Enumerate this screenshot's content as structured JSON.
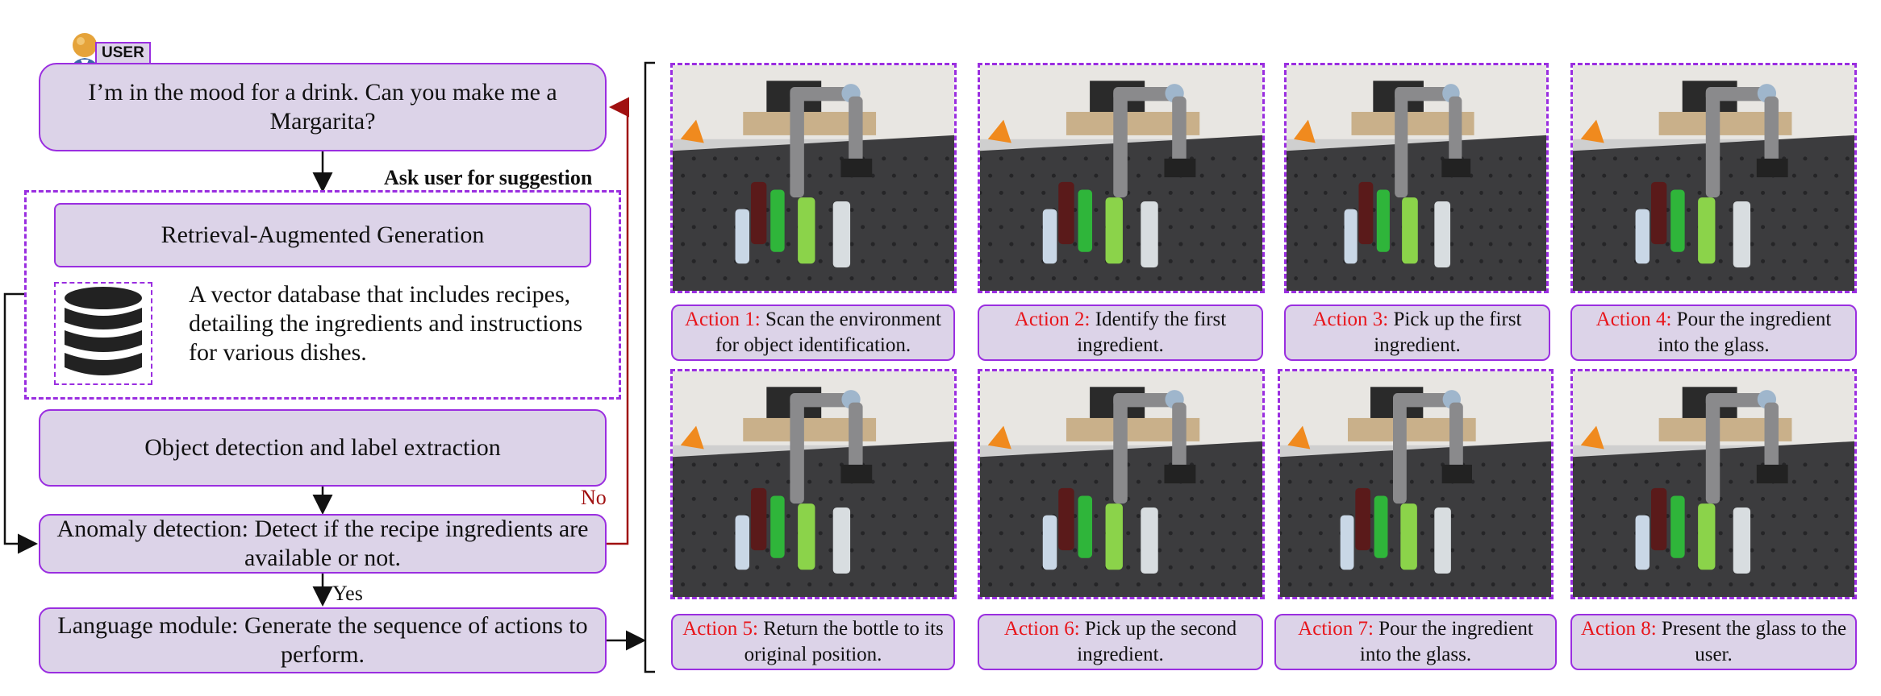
{
  "user_badge": "USER",
  "user_query": "I’m in the mood for a drink. Can you make me a Margarita?",
  "ask_label": "Ask user for suggestion",
  "rag_title": "Retrieval-Augmented Generation",
  "rag_description": "A vector database that includes recipes, detailing the ingredients and instructions for various dishes.",
  "object_detection": "Object detection and label extraction",
  "anomaly_detection": "Anomaly detection: Detect if the recipe ingredients are available or not.",
  "no_label": "No",
  "yes_label": "Yes",
  "language_module": "Language module: Generate the sequence of actions to perform.",
  "icons": {
    "user": "user-avatar-icon",
    "database": "database-icon"
  },
  "colors": {
    "box_fill": "#dcd3e8",
    "border": "#9a2ee0",
    "action_red": "#e8141a",
    "feedback_arrow": "#a01010"
  },
  "actions": [
    {
      "label": "Action 1:",
      "text": "Scan the environment for object identification."
    },
    {
      "label": "Action 2:",
      "text": "Identify the first ingredient."
    },
    {
      "label": "Action 3:",
      "text": "Pick up the first ingredient."
    },
    {
      "label": "Action 4:",
      "text": " Pour the ingredient into the glass."
    },
    {
      "label": "Action 5:",
      "text": "Return the bottle to its original position."
    },
    {
      "label": "Action 6:",
      "text": "Pick up the second ingredient."
    },
    {
      "label": "Action 7:",
      "text": " Pour the ingredient into the glass."
    },
    {
      "label": "Action 8:",
      "text": " Present the glass to the user."
    }
  ]
}
